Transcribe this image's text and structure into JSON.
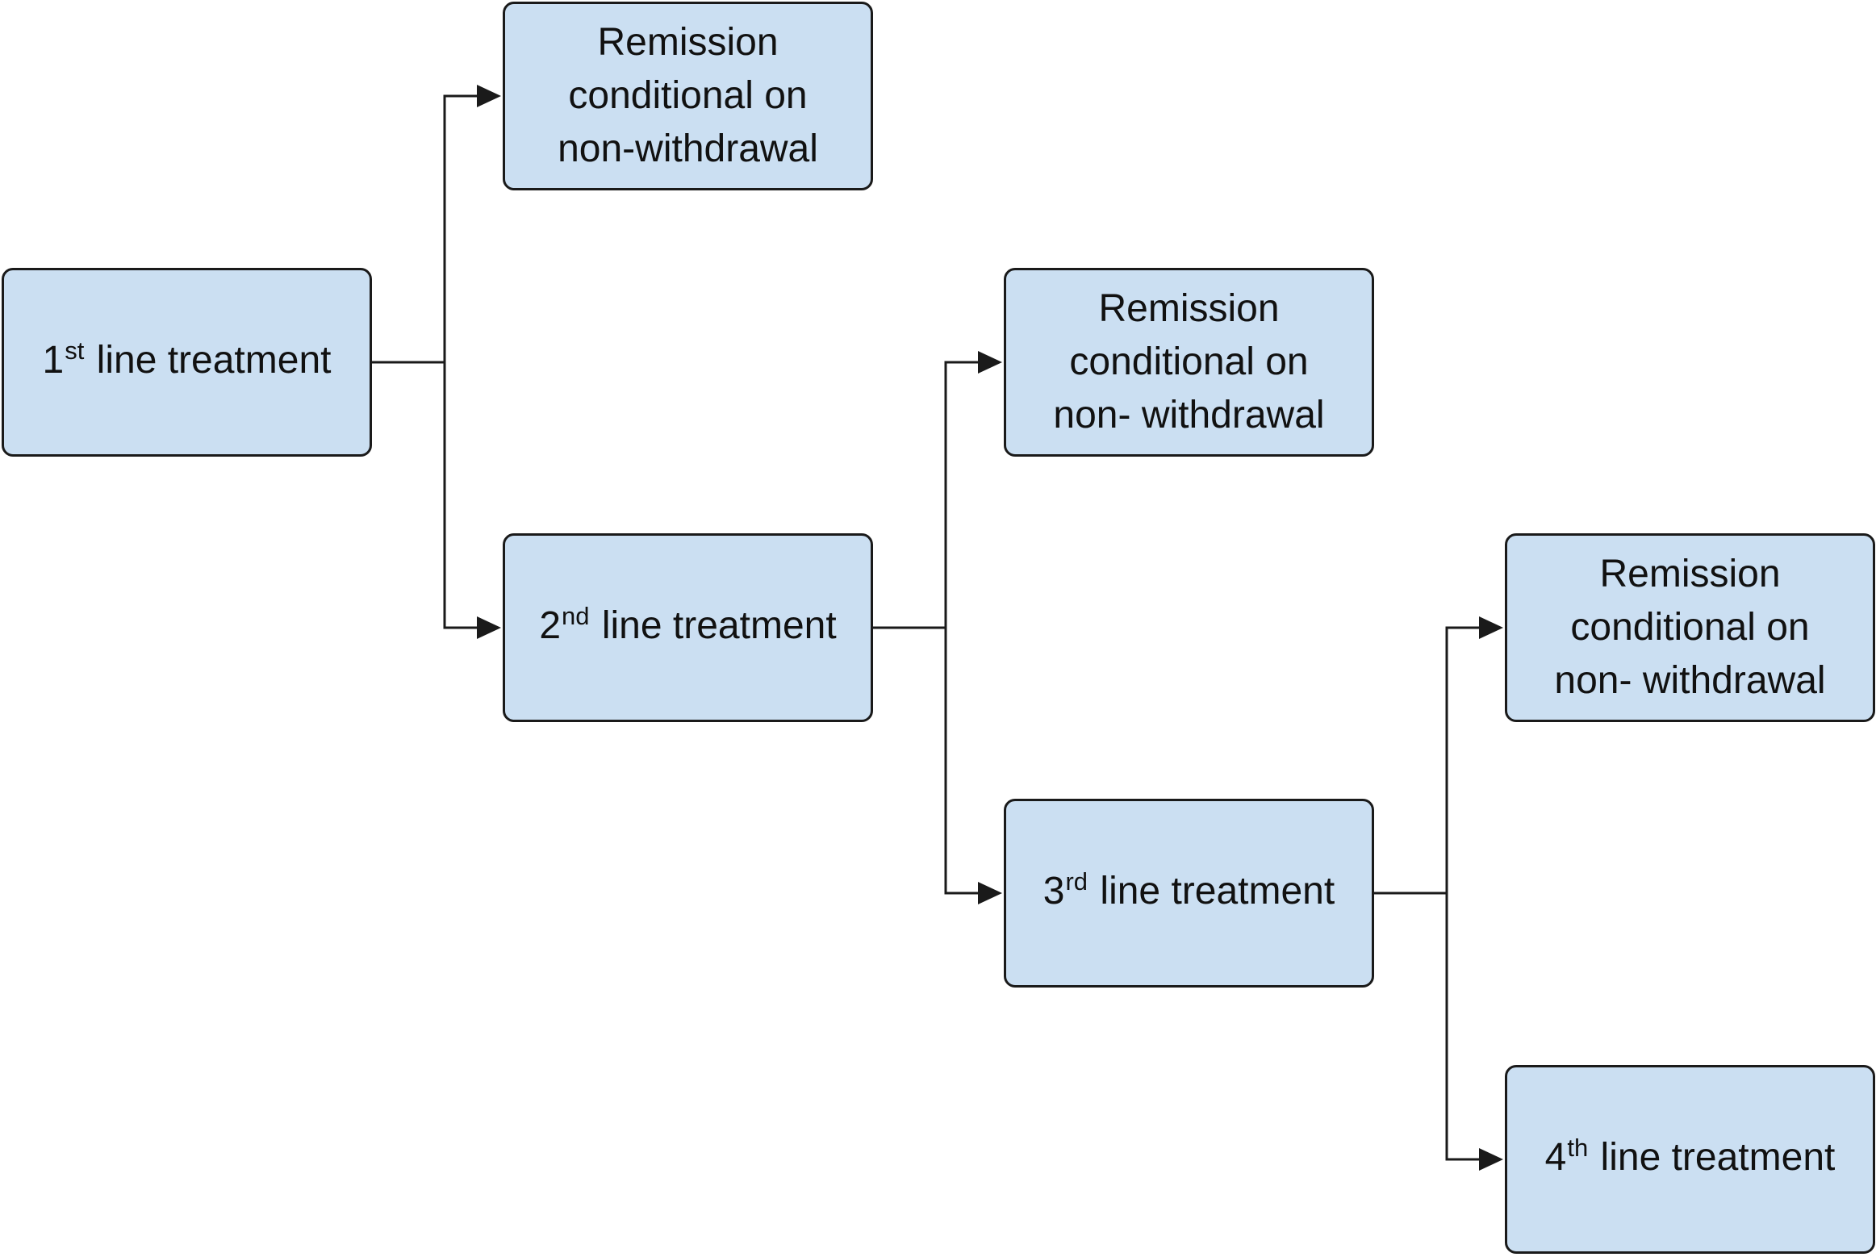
{
  "nodes": {
    "first_line": {
      "number": "1",
      "suffix": "st",
      "rest": " line treatment"
    },
    "remission_1": {
      "lines": [
        "Remission",
        "conditional on",
        "non-withdrawal"
      ]
    },
    "second_line": {
      "number": "2",
      "suffix": "nd",
      "rest": " line treatment"
    },
    "remission_2": {
      "lines": [
        "Remission",
        "conditional on",
        "non- withdrawal"
      ]
    },
    "third_line": {
      "number": "3",
      "suffix": "rd",
      "rest": " line treatment"
    },
    "remission_3": {
      "lines": [
        "Remission",
        "conditional on",
        "non- withdrawal"
      ]
    },
    "fourth_line": {
      "number": "4",
      "suffix": "th",
      "rest": " line treatment"
    }
  },
  "edges": [
    {
      "from": "first_line",
      "to": "remission_1"
    },
    {
      "from": "first_line",
      "to": "second_line"
    },
    {
      "from": "second_line",
      "to": "remission_2"
    },
    {
      "from": "second_line",
      "to": "third_line"
    },
    {
      "from": "third_line",
      "to": "remission_3"
    },
    {
      "from": "third_line",
      "to": "fourth_line"
    }
  ],
  "colors": {
    "box_fill": "#cbdff2",
    "box_border": "#1a1a1a",
    "connector": "#1a1a1a",
    "text": "#111111"
  }
}
